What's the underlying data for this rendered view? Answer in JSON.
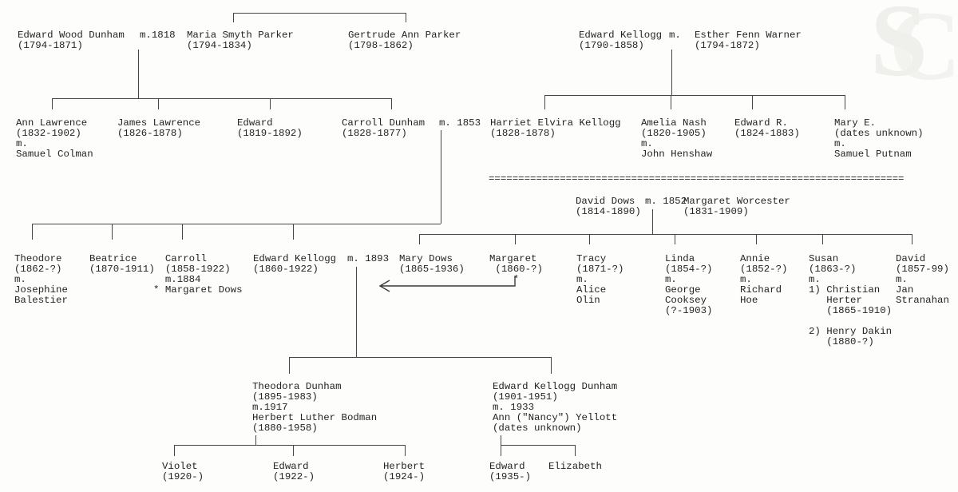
{
  "logo": {
    "s": "S",
    "c": "C"
  },
  "separator": "======================================================================",
  "marriage_labels": {
    "dunham_parker": "m.1818",
    "kellogg_warner": "m.",
    "dunham_kellogg": "m. 1853",
    "dows_worcester": "m. 1852",
    "dunham_dows": "m. 1893"
  },
  "persons": {
    "edward_wood_dunham": {
      "lines": [
        "Edward Wood Dunham",
        "(1794-1871)"
      ]
    },
    "maria_smyth_parker": {
      "lines": [
        "Maria Smyth Parker",
        "(1794-1834)"
      ]
    },
    "gertrude_ann_parker": {
      "lines": [
        "Gertrude Ann Parker",
        "(1798-1862)"
      ]
    },
    "edward_kellogg_sr": {
      "lines": [
        "Edward Kellogg",
        "(1790-1858)"
      ]
    },
    "esther_fenn_warner": {
      "lines": [
        "Esther Fenn Warner",
        "(1794-1872)"
      ]
    },
    "ann_lawrence": {
      "lines": [
        "Ann Lawrence",
        "(1832-1902)",
        "m.",
        "Samuel Colman"
      ]
    },
    "james_lawrence": {
      "lines": [
        "James Lawrence",
        "(1826-1878)"
      ]
    },
    "edward_dunham_1819": {
      "lines": [
        "Edward",
        "(1819-1892)"
      ]
    },
    "carroll_dunham": {
      "lines": [
        "Carroll Dunham",
        "(1828-1877)"
      ]
    },
    "harriet_elvira_kellogg": {
      "lines": [
        "Harriet Elvira Kellogg",
        "(1828-1878)"
      ]
    },
    "amelia_nash": {
      "lines": [
        "Amelia Nash",
        "(1820-1905)",
        "m.",
        "John Henshaw"
      ]
    },
    "edward_r": {
      "lines": [
        "Edward R.",
        "(1824-1883)"
      ]
    },
    "mary_e": {
      "lines": [
        "Mary E.",
        "(dates unknown)",
        "m.",
        "Samuel Putnam"
      ]
    },
    "david_dows": {
      "lines": [
        "David Dows",
        "(1814-1890)"
      ]
    },
    "margaret_worcester": {
      "lines": [
        "Margaret Worcester",
        "(1831-1909)"
      ]
    },
    "theodore": {
      "lines": [
        "Theodore",
        "(1862-?)",
        "m.",
        "Josephine",
        "Balestier"
      ]
    },
    "beatrice": {
      "lines": [
        "Beatrice",
        "(1870-1911)"
      ]
    },
    "carroll_1858": {
      "lines": [
        "  Carroll",
        "  (1858-1922)",
        "  m.1884",
        "* Margaret Dows"
      ]
    },
    "edward_kellogg_1860": {
      "lines": [
        "Edward Kellogg",
        "(1860-1922)"
      ]
    },
    "mary_dows": {
      "lines": [
        "Mary Dows",
        "(1865-1936)"
      ]
    },
    "margaret_1860": {
      "lines": [
        "Margaret",
        " (1860-?)",
        "    *"
      ]
    },
    "tracy": {
      "lines": [
        "Tracy",
        "(1871-?)",
        "m.",
        "Alice",
        "Olin"
      ]
    },
    "linda": {
      "lines": [
        "Linda",
        "(1854-?)",
        "m.",
        "George",
        "Cooksey",
        "(?-1903)"
      ]
    },
    "annie": {
      "lines": [
        "Annie",
        "(1852-?)",
        "m.",
        "Richard",
        "Hoe"
      ]
    },
    "susan": {
      "lines": [
        "Susan",
        "(1863-?)",
        "m.",
        "1) Christian",
        "   Herter",
        "   (1865-1910)",
        "",
        "2) Henry Dakin",
        "   (1880-?)"
      ]
    },
    "david_1857": {
      "lines": [
        "David",
        "(1857-99)",
        "m.",
        "Jan",
        "Stranahan"
      ]
    },
    "theodora_dunham": {
      "lines": [
        "Theodora Dunham",
        "(1895-1983)",
        "m.1917",
        "Herbert Luther Bodman",
        "(1880-1958)"
      ]
    },
    "edward_kellogg_dunham": {
      "lines": [
        "Edward Kellogg Dunham",
        "(1901-1951)",
        "m. 1933",
        "Ann (\"Nancy\") Yellott",
        "(dates unknown)"
      ]
    },
    "violet": {
      "lines": [
        "Violet",
        "(1920-)"
      ]
    },
    "edward_1922": {
      "lines": [
        "Edward",
        "(1922-)"
      ]
    },
    "herbert_1924": {
      "lines": [
        "Herbert",
        "(1924-)"
      ]
    },
    "edward_1935": {
      "lines": [
        "Edward",
        "(1935-)"
      ]
    },
    "elizabeth": {
      "lines": [
        "Elizabeth"
      ]
    }
  }
}
